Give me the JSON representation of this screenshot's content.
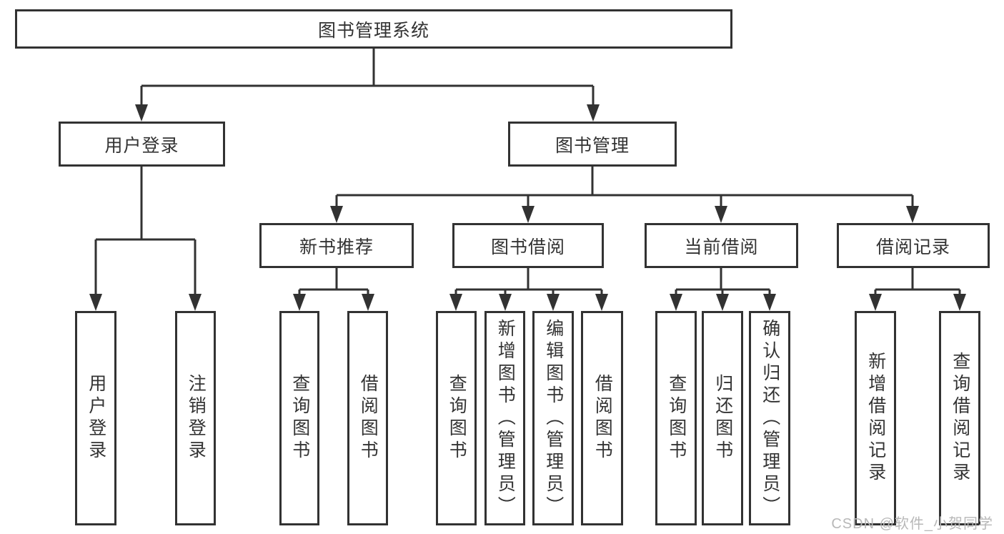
{
  "diagram_title": "图书管理系统",
  "colors": {
    "line": "#323232",
    "box_border": "#323232",
    "text": "#333333",
    "background": "#ffffff",
    "watermark": "#b8b8b8"
  },
  "nodes": {
    "root": {
      "label": "图书管理系统"
    },
    "level2": [
      {
        "label": "用户登录"
      },
      {
        "label": "图书管理"
      }
    ],
    "level3": [
      {
        "label": "新书推荐",
        "parent": "图书管理"
      },
      {
        "label": "图书借阅",
        "parent": "图书管理"
      },
      {
        "label": "当前借阅",
        "parent": "图书管理"
      },
      {
        "label": "借阅记录",
        "parent": "图书管理"
      }
    ],
    "leaves": [
      {
        "label": "用户登录",
        "parent": "用户登录"
      },
      {
        "label": "注销登录",
        "parent": "用户登录"
      },
      {
        "label": "查询图书",
        "parent": "新书推荐"
      },
      {
        "label": "借阅图书",
        "parent": "新书推荐"
      },
      {
        "label": "查询图书",
        "parent": "图书借阅"
      },
      {
        "label": "新增图书（管理员）",
        "parent": "图书借阅"
      },
      {
        "label": "编辑图书（管理员）",
        "parent": "图书借阅"
      },
      {
        "label": "借阅图书",
        "parent": "图书借阅"
      },
      {
        "label": "查询图书",
        "parent": "当前借阅"
      },
      {
        "label": "归还图书",
        "parent": "当前借阅"
      },
      {
        "label": "确认归还（管理员）",
        "parent": "当前借阅"
      },
      {
        "label": "新增借阅记录",
        "parent": "借阅记录"
      },
      {
        "label": "查询借阅记录",
        "parent": "借阅记录"
      }
    ]
  },
  "watermark": {
    "text": "CSDN @软件_小贺同学"
  }
}
